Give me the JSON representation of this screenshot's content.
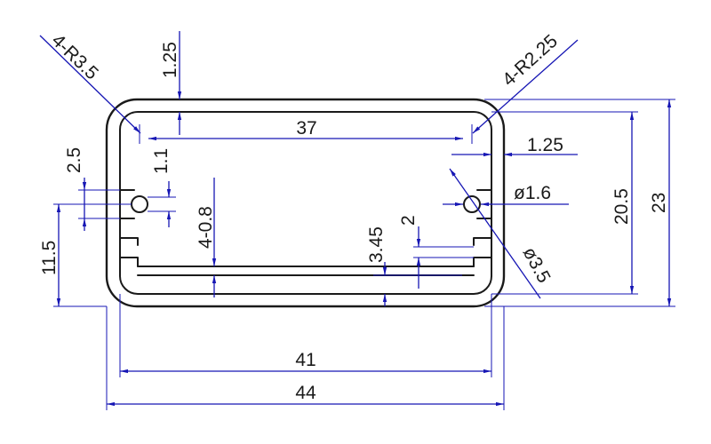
{
  "colors": {
    "profile": "#1a1a1a",
    "dimension": "#1616b4",
    "background": "#ffffff"
  },
  "dimensions": {
    "corner_outer_radius": "4-R3.5",
    "corner_inner_radius": "4-R2.25",
    "top_wall_thickness": "1.25",
    "inner_width": "37",
    "rail_gap": "2.5",
    "rail_opening": "1.1",
    "slot_width": "4-0.8",
    "rail_height": "11.5",
    "side_wall_thickness": "1.25",
    "hole_diameter": "ø1.6",
    "hole_outer_diameter": "ø3.5",
    "slot_depth": "3.45",
    "slot_pitch": "2",
    "inner_height": "20.5",
    "total_height": "23",
    "width_41": "41",
    "total_width": "44"
  }
}
